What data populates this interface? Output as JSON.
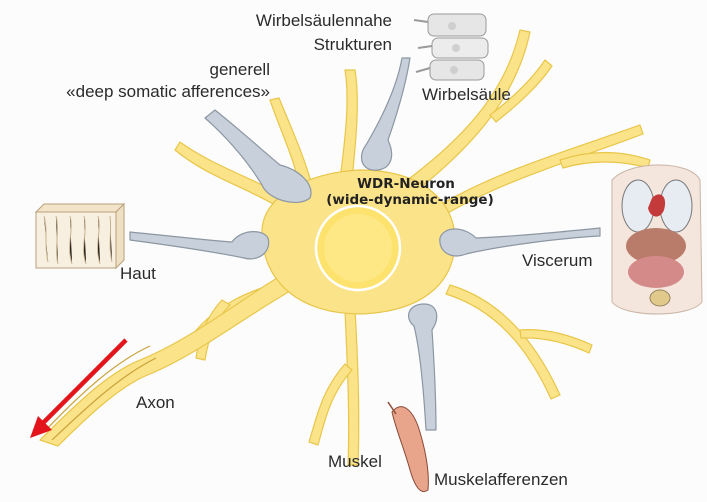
{
  "diagram": {
    "center": {
      "title": "WDR-Neuron",
      "subtitle": "(wide-dynamic-range)"
    },
    "labels": {
      "spine_structures_line1": "Wirbelsäulennahe",
      "spine_structures_line2": "Strukturen",
      "generell": "generell",
      "deep_somatic": "«deep somatic afferences»",
      "spine": "Wirbelsäule",
      "skin": "Haut",
      "viscera": "Viscerum",
      "axon": "Axon",
      "muscle": "Muskel",
      "muscle_afferents": "Muskelafferenzen"
    },
    "colors": {
      "soma": "#fbe38a",
      "soma_stroke": "#e8c64a",
      "nucleus": "#fde36e",
      "afferent": "#c7d0db",
      "afferent_stroke": "#8c97a3",
      "axon_arrow": "#e3141b",
      "organ_red": "#c43a3a",
      "muscle": "#e8a58c"
    }
  }
}
